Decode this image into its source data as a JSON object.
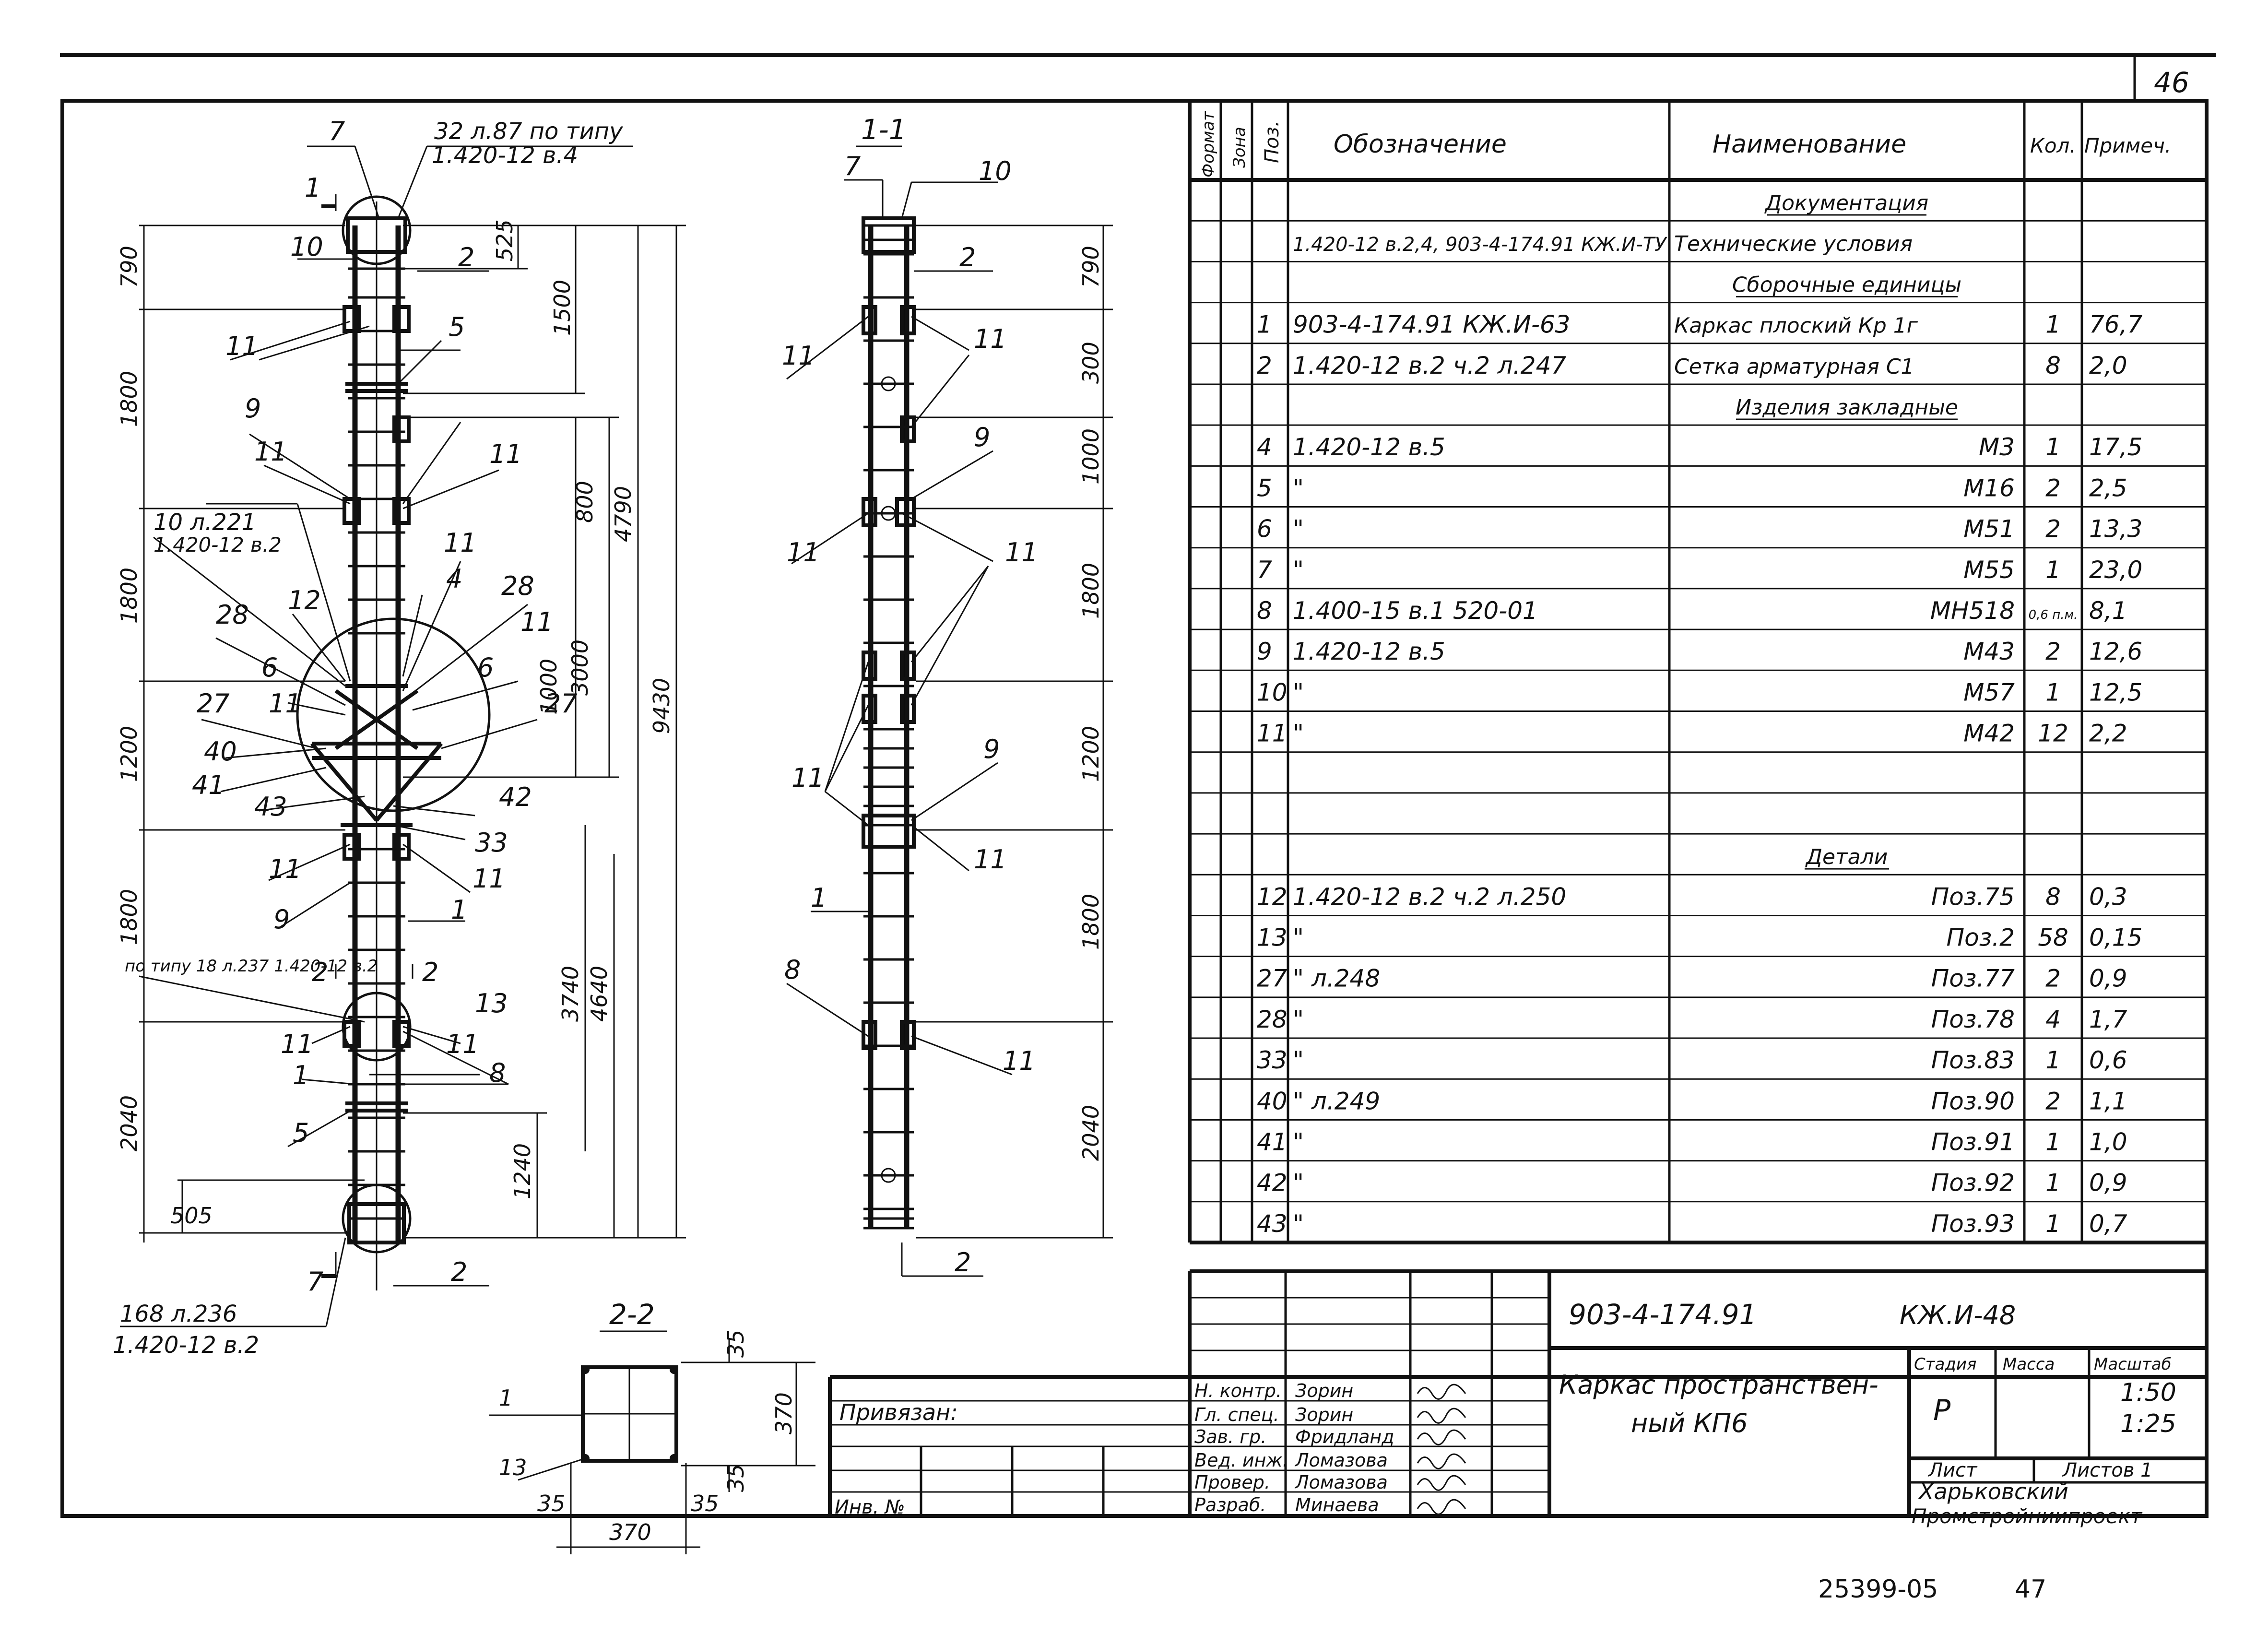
{
  "sheet_number": "46",
  "bottom_codes": [
    "25399-05",
    "47"
  ],
  "spec_table": {
    "headers": {
      "format": "Формат",
      "zone": "Зона",
      "pos": "Поз.",
      "designation": "Обозначение",
      "name": "Наименование",
      "qty": "Кол.",
      "note": "Примеч."
    },
    "rows": [
      {
        "pos": "",
        "designation": "",
        "name": "Документация",
        "qty": "",
        "note": "",
        "section": true
      },
      {
        "pos": "",
        "designation": "1.420-12 в.2,4, 903-4-174.91 КЖ.И-ТУ",
        "name": "Технические условия",
        "qty": "",
        "note": ""
      },
      {
        "pos": "",
        "designation": "",
        "name": "Сборочные единицы",
        "qty": "",
        "note": "",
        "section": true
      },
      {
        "pos": "1",
        "designation": "903-4-174.91  КЖ.И-63",
        "name": "Каркас плоский Кр 1г",
        "qty": "1",
        "note": "76,7"
      },
      {
        "pos": "2",
        "designation": "1.420-12 в.2 ч.2  л.247",
        "name": "Сетка арматурная С1",
        "qty": "8",
        "note": "2,0"
      },
      {
        "pos": "",
        "designation": "",
        "name": "Изделия закладные",
        "qty": "",
        "note": "",
        "section": true
      },
      {
        "pos": "4",
        "designation": "1.420-12 в.5",
        "name": "М3",
        "qty": "1",
        "note": "17,5"
      },
      {
        "pos": "5",
        "designation": "\"",
        "name": "М16",
        "qty": "2",
        "note": "2,5"
      },
      {
        "pos": "6",
        "designation": "\"",
        "name": "М51",
        "qty": "2",
        "note": "13,3"
      },
      {
        "pos": "7",
        "designation": "\"",
        "name": "М55",
        "qty": "1",
        "note": "23,0"
      },
      {
        "pos": "8",
        "designation": "1.400-15 в.1  520-01",
        "name": "МН518",
        "qty": "0,6 п.м.",
        "note": "8,1"
      },
      {
        "pos": "9",
        "designation": "1.420-12 в.5",
        "name": "М43",
        "qty": "2",
        "note": "12,6"
      },
      {
        "pos": "10",
        "designation": "\"",
        "name": "М57",
        "qty": "1",
        "note": "12,5"
      },
      {
        "pos": "11",
        "designation": "\"",
        "name": "М42",
        "qty": "12",
        "note": "2,2"
      },
      {
        "pos": "",
        "designation": "",
        "name": "",
        "qty": "",
        "note": ""
      },
      {
        "pos": "",
        "designation": "",
        "name": "",
        "qty": "",
        "note": ""
      },
      {
        "pos": "",
        "designation": "",
        "name": "Детали",
        "qty": "",
        "note": "",
        "section": true
      },
      {
        "pos": "12",
        "designation": "1.420-12 в.2 ч.2  л.250",
        "name": "Поз.75",
        "qty": "8",
        "note": "0,3"
      },
      {
        "pos": "13",
        "designation": "\"",
        "name": "Поз.2",
        "qty": "58",
        "note": "0,15"
      },
      {
        "pos": "27",
        "designation": "\"   л.248",
        "name": "Поз.77",
        "qty": "2",
        "note": "0,9"
      },
      {
        "pos": "28",
        "designation": "\"",
        "name": "Поз.78",
        "qty": "4",
        "note": "1,7"
      },
      {
        "pos": "33",
        "designation": "\"",
        "name": "Поз.83",
        "qty": "1",
        "note": "0,6"
      },
      {
        "pos": "40",
        "designation": "\"   л.249",
        "name": "Поз.90",
        "qty": "2",
        "note": "1,1"
      },
      {
        "pos": "41",
        "designation": "\"",
        "name": "Поз.91",
        "qty": "1",
        "note": "1,0"
      },
      {
        "pos": "42",
        "designation": "\"",
        "name": "Поз.92",
        "qty": "1",
        "note": "0,9"
      },
      {
        "pos": "43",
        "designation": "\"",
        "name": "Поз.93",
        "qty": "1",
        "note": "0,7"
      }
    ]
  },
  "title_block": {
    "code": "903-4-174.91",
    "sheet_code": "КЖ.И-48",
    "title_line1": "Каркас пространствен-",
    "title_line2": "ный КП6",
    "stage_label": "Стадия",
    "mass_label": "Масса",
    "scale_label": "Масштаб",
    "stage": "Р",
    "scale1": "1:50",
    "scale2": "1:25",
    "sheet_label": "Лист",
    "sheets_label": "Листов 1",
    "org_line1": "Харьковский",
    "org_line2": "Промстройниипроект",
    "linked_label": "Привязан:",
    "inv_label": "Инв. №",
    "signatures": [
      {
        "role": "Н. контр.",
        "name": "Зорин"
      },
      {
        "role": "Гл. спец.",
        "name": "Зорин"
      },
      {
        "role": "Зав. гр.",
        "name": "Фридланд"
      },
      {
        "role": "Вед. инж.",
        "name": "Ломазова"
      },
      {
        "role": "Провер.",
        "name": "Ломазова"
      },
      {
        "role": "Разраб.",
        "name": "Минаева"
      }
    ]
  },
  "drawing": {
    "main_view": {
      "callouts": [
        "7",
        "32 л.87 по типу",
        "1.420-12 в.4",
        "1",
        "10",
        "2",
        "11",
        "5",
        "9",
        "11",
        "11",
        "10 л.221",
        "1.420-12 в.2",
        "12",
        "11",
        "4",
        "28",
        "28",
        "11",
        "6",
        "6",
        "27",
        "27",
        "11",
        "40",
        "41",
        "43",
        "42",
        "33",
        "11",
        "11",
        "9",
        "1",
        "по типу 18 л.237 1.420-12 в.2",
        "2",
        "2",
        "13",
        "11",
        "11",
        "1",
        "8",
        "5",
        "7",
        "2",
        "168 л.236",
        "1.420-12 в.2"
      ],
      "dims_left": [
        "790",
        "1800",
        "1800",
        "1200",
        "1800",
        "2040",
        "505"
      ],
      "dims_right": [
        "525",
        "1500",
        "800",
        "3000",
        "1000",
        "4790",
        "9430",
        "3740",
        "4640",
        "1240"
      ]
    },
    "section_1_1": {
      "label": "1-1",
      "callouts": [
        "7",
        "10",
        "2",
        "11",
        "11",
        "9",
        "11",
        "11",
        "11",
        "9",
        "11",
        "1",
        "8",
        "11",
        "2"
      ],
      "dims": [
        "790",
        "300",
        "1000",
        "1800",
        "1200",
        "1800",
        "2040"
      ]
    },
    "section_2_2": {
      "label": "2-2",
      "callouts": [
        "1",
        "13"
      ],
      "dims": [
        "35",
        "370",
        "35",
        "35",
        "370",
        "35"
      ]
    }
  }
}
